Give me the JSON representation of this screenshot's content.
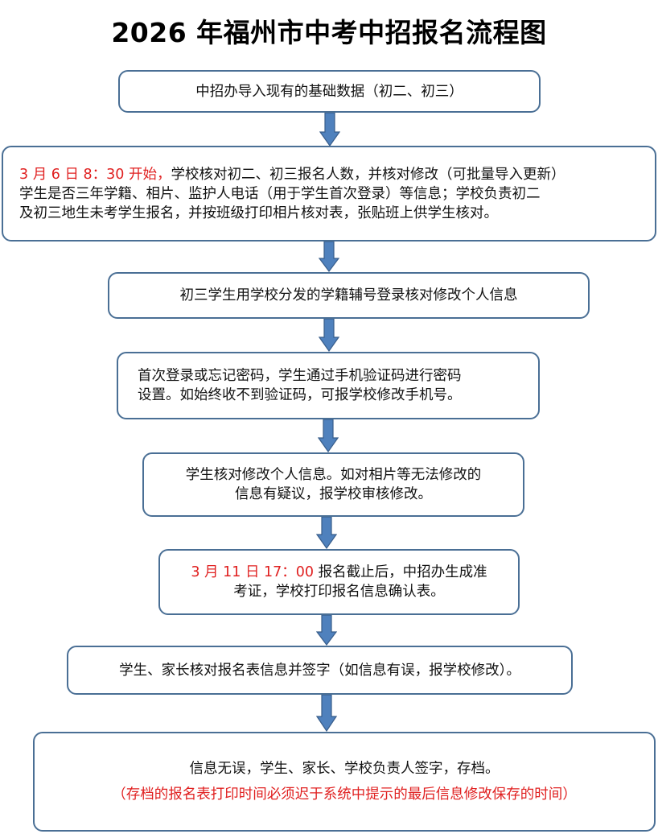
{
  "title": "2026 年福州市中考中招报名流程图",
  "colors": {
    "box_border": "#4a6f95",
    "arrow_fill": "#4f81bd",
    "arrow_stroke": "#385d8a",
    "highlight": "#e02020"
  },
  "steps": [
    {
      "lines": [
        "中招办导入现有的基础数据（初二、初三）"
      ]
    },
    {
      "highlight": "3 月 6 日 8：30 开始，",
      "lines": [
        "学校核对初二、初三报名人数，并核对修改（可批量导入更新）",
        "学生是否三年学籍、相片、监护人电话（用于学生首次登录）等信息；学校负责初二",
        "及初三地生未考学生报名，并按班级打印相片核对表，张贴班上供学生核对。"
      ]
    },
    {
      "lines": [
        "初三学生用学校分发的学籍辅号登录核对修改个人信息"
      ]
    },
    {
      "lines": [
        "首次登录或忘记密码，学生通过手机验证码进行密码",
        "设置。如始终收不到验证码，可报学校修改手机号。"
      ]
    },
    {
      "lines": [
        "学生核对修改个人信息。如对相片等无法修改的",
        "信息有疑议，报学校审核修改。"
      ]
    },
    {
      "highlight": "3 月 11 日 17：00 ",
      "lines": [
        "报名截止后，中招办生成准",
        "考证，学校打印报名信息确认表。"
      ]
    },
    {
      "lines": [
        "学生、家长核对报名表信息并签字（如信息有误，报学校修改）。"
      ]
    },
    {
      "lines": [
        "信息无误，学生、家长、学校负责人签字，存档。"
      ],
      "note": "（存档的报名表打印时间必须迟于系统中提示的最后信息修改保存的时间）"
    }
  ]
}
